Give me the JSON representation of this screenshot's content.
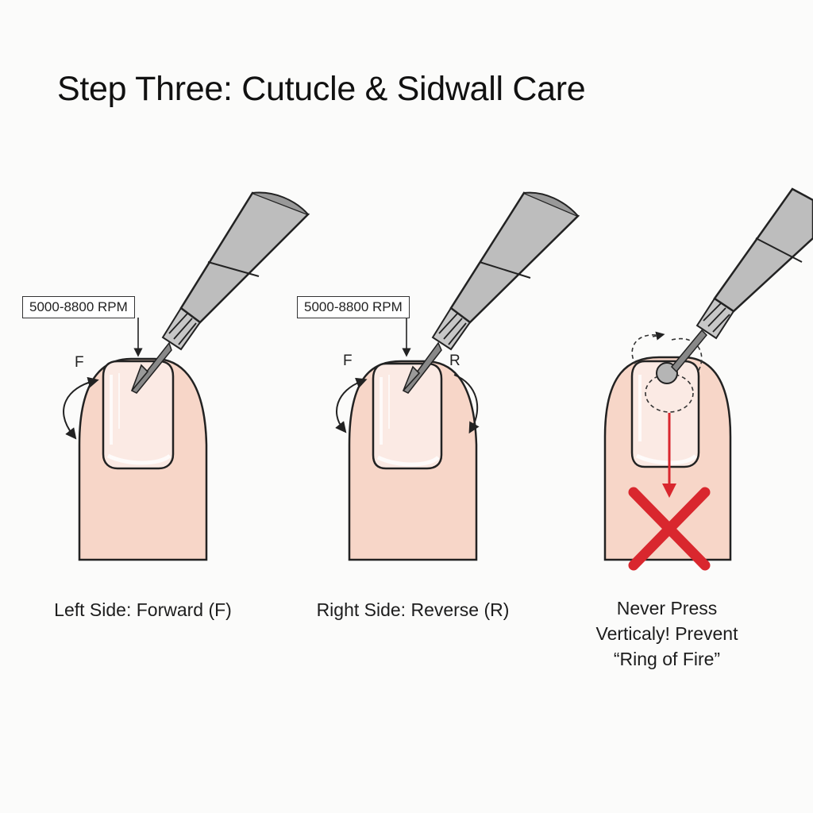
{
  "title": "Step Three: Cutucle & Sidwall Care",
  "panels": [
    {
      "rpm": "5000-8800 RPM",
      "direction_label": "F",
      "caption": "Left Side: Forward (F)"
    },
    {
      "rpm": "5000-8800 RPM",
      "direction_labels": [
        "F",
        "R"
      ],
      "caption": "Right Side: Reverse (R)"
    },
    {
      "caption_lines": [
        "Never Press",
        "Verticaly! Prevent",
        "“Ring of Fire”"
      ]
    }
  ],
  "colors": {
    "skin": "#f7d6c8",
    "nail": "#fbeae4",
    "drill_body": "#b9b9b9",
    "warning_red": "#d9272e",
    "outline": "#222222"
  }
}
